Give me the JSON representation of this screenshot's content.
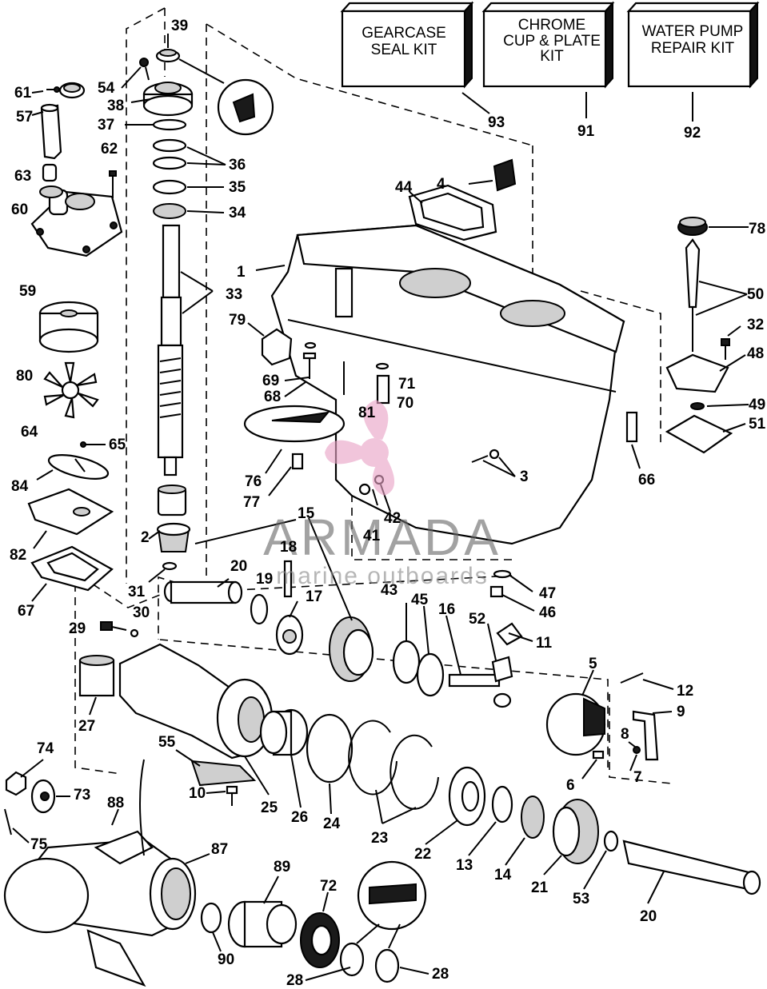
{
  "kits": [
    {
      "id": "gearcase-seal-kit",
      "lines": [
        "GEARCASE",
        "SEAL KIT"
      ],
      "ref": "93"
    },
    {
      "id": "chrome-cup-plate-kit",
      "lines": [
        "CHROME",
        "CUP & PLATE",
        "KIT"
      ],
      "ref": "91"
    },
    {
      "id": "water-pump-repair-kit",
      "lines": [
        "WATER PUMP",
        "REPAIR KIT"
      ],
      "ref": "92"
    }
  ],
  "watermark": {
    "title": "ARMADA",
    "subtitle": "marine outboards"
  },
  "callouts": [
    "39",
    "61",
    "57",
    "54",
    "38",
    "37",
    "36",
    "35",
    "34",
    "62",
    "63",
    "60",
    "59",
    "33",
    "79",
    "80",
    "1",
    "4",
    "44",
    "78",
    "50",
    "32",
    "48",
    "49",
    "51",
    "69",
    "68",
    "81",
    "71",
    "70",
    "76",
    "77",
    "64",
    "65",
    "84",
    "82",
    "67",
    "2",
    "31",
    "29",
    "30",
    "15",
    "18",
    "20",
    "19",
    "17",
    "42",
    "41",
    "3",
    "66",
    "47",
    "46",
    "43",
    "45",
    "16",
    "52",
    "11",
    "5",
    "12",
    "9",
    "8",
    "7",
    "6",
    "27",
    "55",
    "25",
    "26",
    "24",
    "23",
    "22",
    "13",
    "14",
    "21",
    "53",
    "10",
    "74",
    "73",
    "75",
    "88",
    "87",
    "89",
    "72",
    "90",
    "28a",
    "28b",
    "20b"
  ],
  "labels": {
    "39": "39",
    "61": "61",
    "57": "57",
    "54": "54",
    "38": "38",
    "37": "37",
    "36": "36",
    "35": "35",
    "34": "34",
    "62": "62",
    "63": "63",
    "60": "60",
    "59": "59",
    "33": "33",
    "79": "79",
    "80": "80",
    "1": "1",
    "4": "4",
    "44": "44",
    "78": "78",
    "50": "50",
    "32": "32",
    "48": "48",
    "49": "49",
    "51": "51",
    "69": "69",
    "68": "68",
    "81": "81",
    "71": "71",
    "70": "70",
    "76": "76",
    "77": "77",
    "64": "64",
    "65": "65",
    "84": "84",
    "82": "82",
    "67": "67",
    "2": "2",
    "31": "31",
    "29": "29",
    "30": "30",
    "15": "15",
    "18": "18",
    "20": "20",
    "19": "19",
    "17": "17",
    "42": "42",
    "41": "41",
    "3": "3",
    "66": "66",
    "47": "47",
    "46": "46",
    "43": "43",
    "45": "45",
    "16": "16",
    "52": "52",
    "11": "11",
    "5": "5",
    "12": "12",
    "9": "9",
    "8": "8",
    "7": "7",
    "6": "6",
    "27": "27",
    "55": "55",
    "25": "25",
    "26": "26",
    "24": "24",
    "23": "23",
    "22": "22",
    "13": "13",
    "14": "14",
    "21": "21",
    "53": "53",
    "10": "10",
    "74": "74",
    "73": "73",
    "75": "75",
    "88": "88",
    "87": "87",
    "89": "89",
    "72": "72",
    "90": "90",
    "28a": "28",
    "28b": "28",
    "20b": "20"
  }
}
